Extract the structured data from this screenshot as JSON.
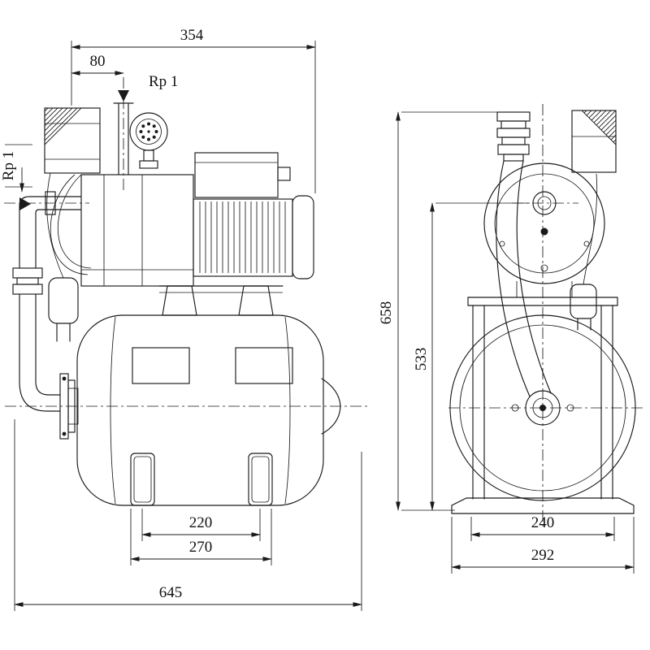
{
  "colors": {
    "line": "#1a1a1a",
    "background": "#ffffff"
  },
  "front_view": {
    "dim_width_top": "354",
    "dim_port_offset": "80",
    "discharge_port": "Rp 1",
    "suction_port": "Rp 1",
    "dim_foot_spacing": "220",
    "dim_foot_width": "270",
    "dim_overall_length": "645"
  },
  "side_view": {
    "dim_overall_height": "658",
    "dim_port_height": "533",
    "dim_base_inner": "240",
    "dim_base_width": "292"
  }
}
